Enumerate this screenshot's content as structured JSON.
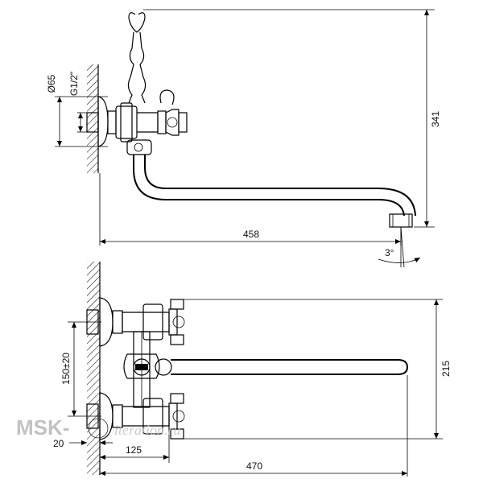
{
  "dimensions": {
    "top_height": "341",
    "top_diameter": "Ø65",
    "top_thread": "G1/2\"",
    "top_length": "458",
    "angle": "3°",
    "bottom_center": "150±20",
    "bottom_height": "215",
    "bottom_small": "20",
    "bottom_mid": "125",
    "bottom_length": "470"
  },
  "watermark": {
    "brand": "MSK-",
    "sub": "iteration.ru"
  }
}
